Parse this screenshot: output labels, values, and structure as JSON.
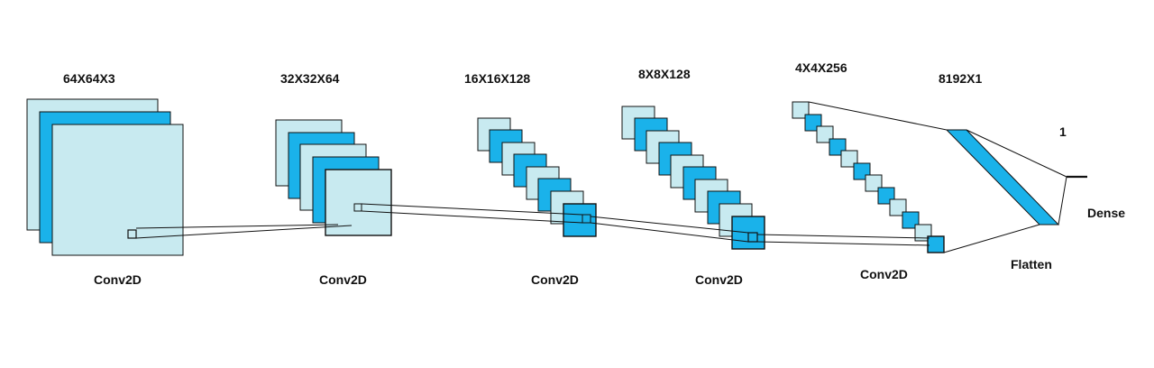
{
  "colors": {
    "light": "#c8eaf0",
    "blue": "#1ab2ea",
    "edge": "#111111",
    "background": "#ffffff"
  },
  "blocks": [
    {
      "id": "block-1",
      "dims": "64X64X3",
      "op": "Conv2D"
    },
    {
      "id": "block-2",
      "dims": "32X32X64",
      "op": "Conv2D"
    },
    {
      "id": "block-3",
      "dims": "16X16X128",
      "op": "Conv2D"
    },
    {
      "id": "block-4",
      "dims": "8X8X128",
      "op": "Conv2D"
    },
    {
      "id": "block-5",
      "dims": "4X4X256",
      "op": "Conv2D"
    }
  ],
  "flatten": {
    "dims": "8192X1",
    "label": "Flatten"
  },
  "dense": {
    "units": "1",
    "label": "Dense"
  }
}
